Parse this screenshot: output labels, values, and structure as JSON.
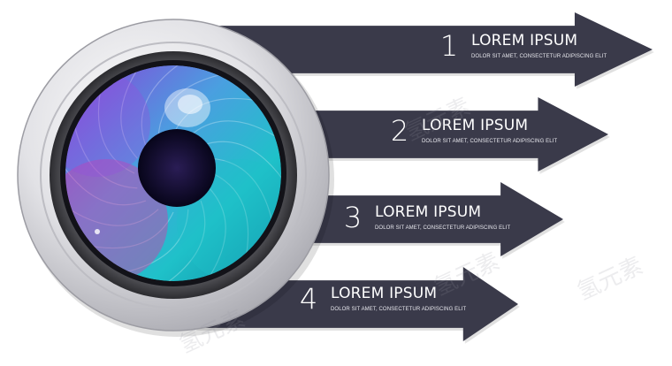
{
  "steps": [
    {
      "number": "1",
      "title": "LOREM IPSUM",
      "description": "DOLOR SIT AMET, CONSECTETUR ADIPISCING ELIT"
    },
    {
      "number": "2",
      "title": "LOREM IPSUM",
      "description": "DOLOR SIT AMET, CONSECTETUR ADIPISCING ELIT"
    },
    {
      "number": "3",
      "title": "LOREM IPSUM",
      "description": "DOLOR SIT AMET, CONSECTETUR ADIPISCING ELIT"
    },
    {
      "number": "4",
      "title": "LOREM IPSUM",
      "description": "DOLOR SIT AMET, CONSECTETUR ADIPISCING ELIT"
    }
  ],
  "watermark": "氢元素",
  "colors": {
    "arrow": "#3a3a4a",
    "lens_ring": "#d8d8dc",
    "aperture_teal": "#1fc1c9",
    "aperture_purple": "#9b4fd6",
    "aperture_magenta": "#d23ca8"
  },
  "icons": [
    "camera-lens-icon",
    "arrow-right-icon"
  ]
}
